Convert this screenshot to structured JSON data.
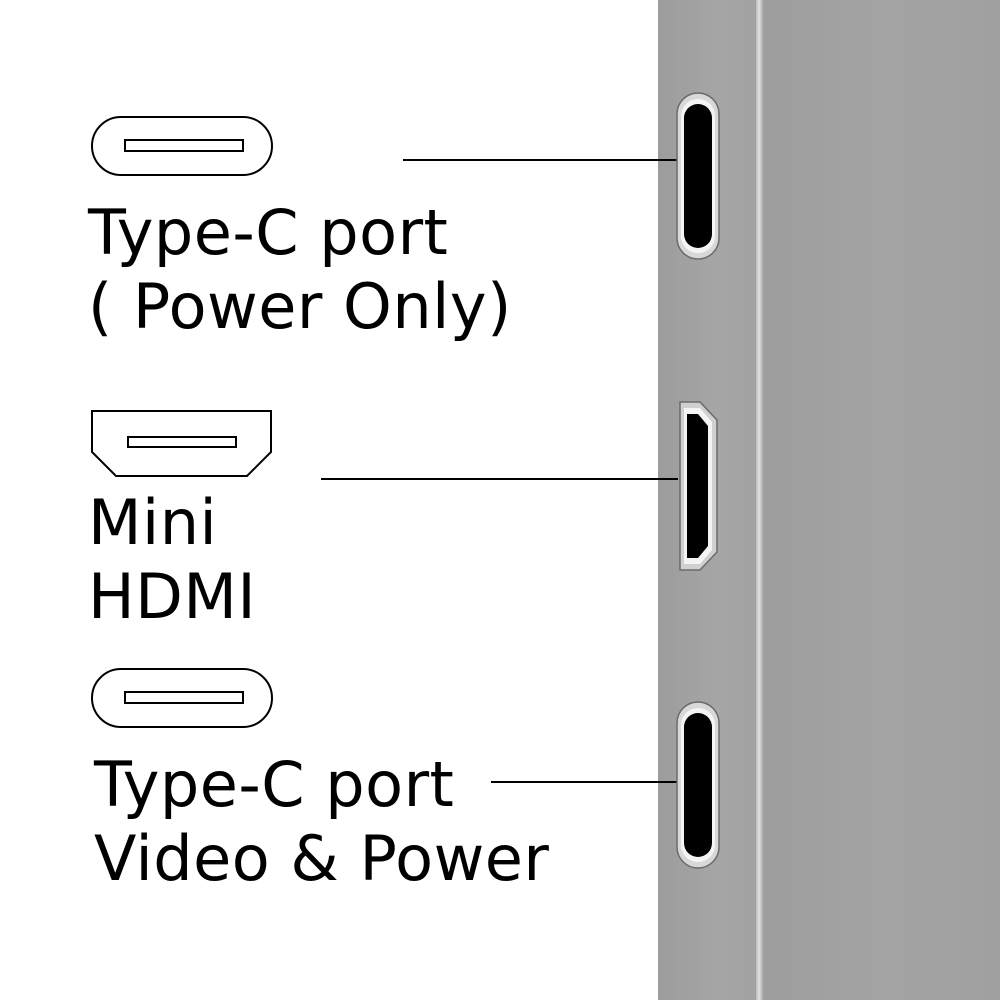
{
  "ports": [
    {
      "name": "type-c-power",
      "label_line1": "Type-C port",
      "label_line2": "( Power Only)",
      "icon": "usb-c-port-icon"
    },
    {
      "name": "mini-hdmi",
      "label_line1": "Mini",
      "label_line2": "HDMI",
      "icon": "mini-hdmi-port-icon"
    },
    {
      "name": "type-c-video-power",
      "label_line1": "Type-C port",
      "label_line2": "Video & Power",
      "icon": "usb-c-port-icon"
    }
  ],
  "colors": {
    "background": "#ffffff",
    "device": "#a3a3a3",
    "port_fill": "#000000",
    "line": "#000000"
  }
}
